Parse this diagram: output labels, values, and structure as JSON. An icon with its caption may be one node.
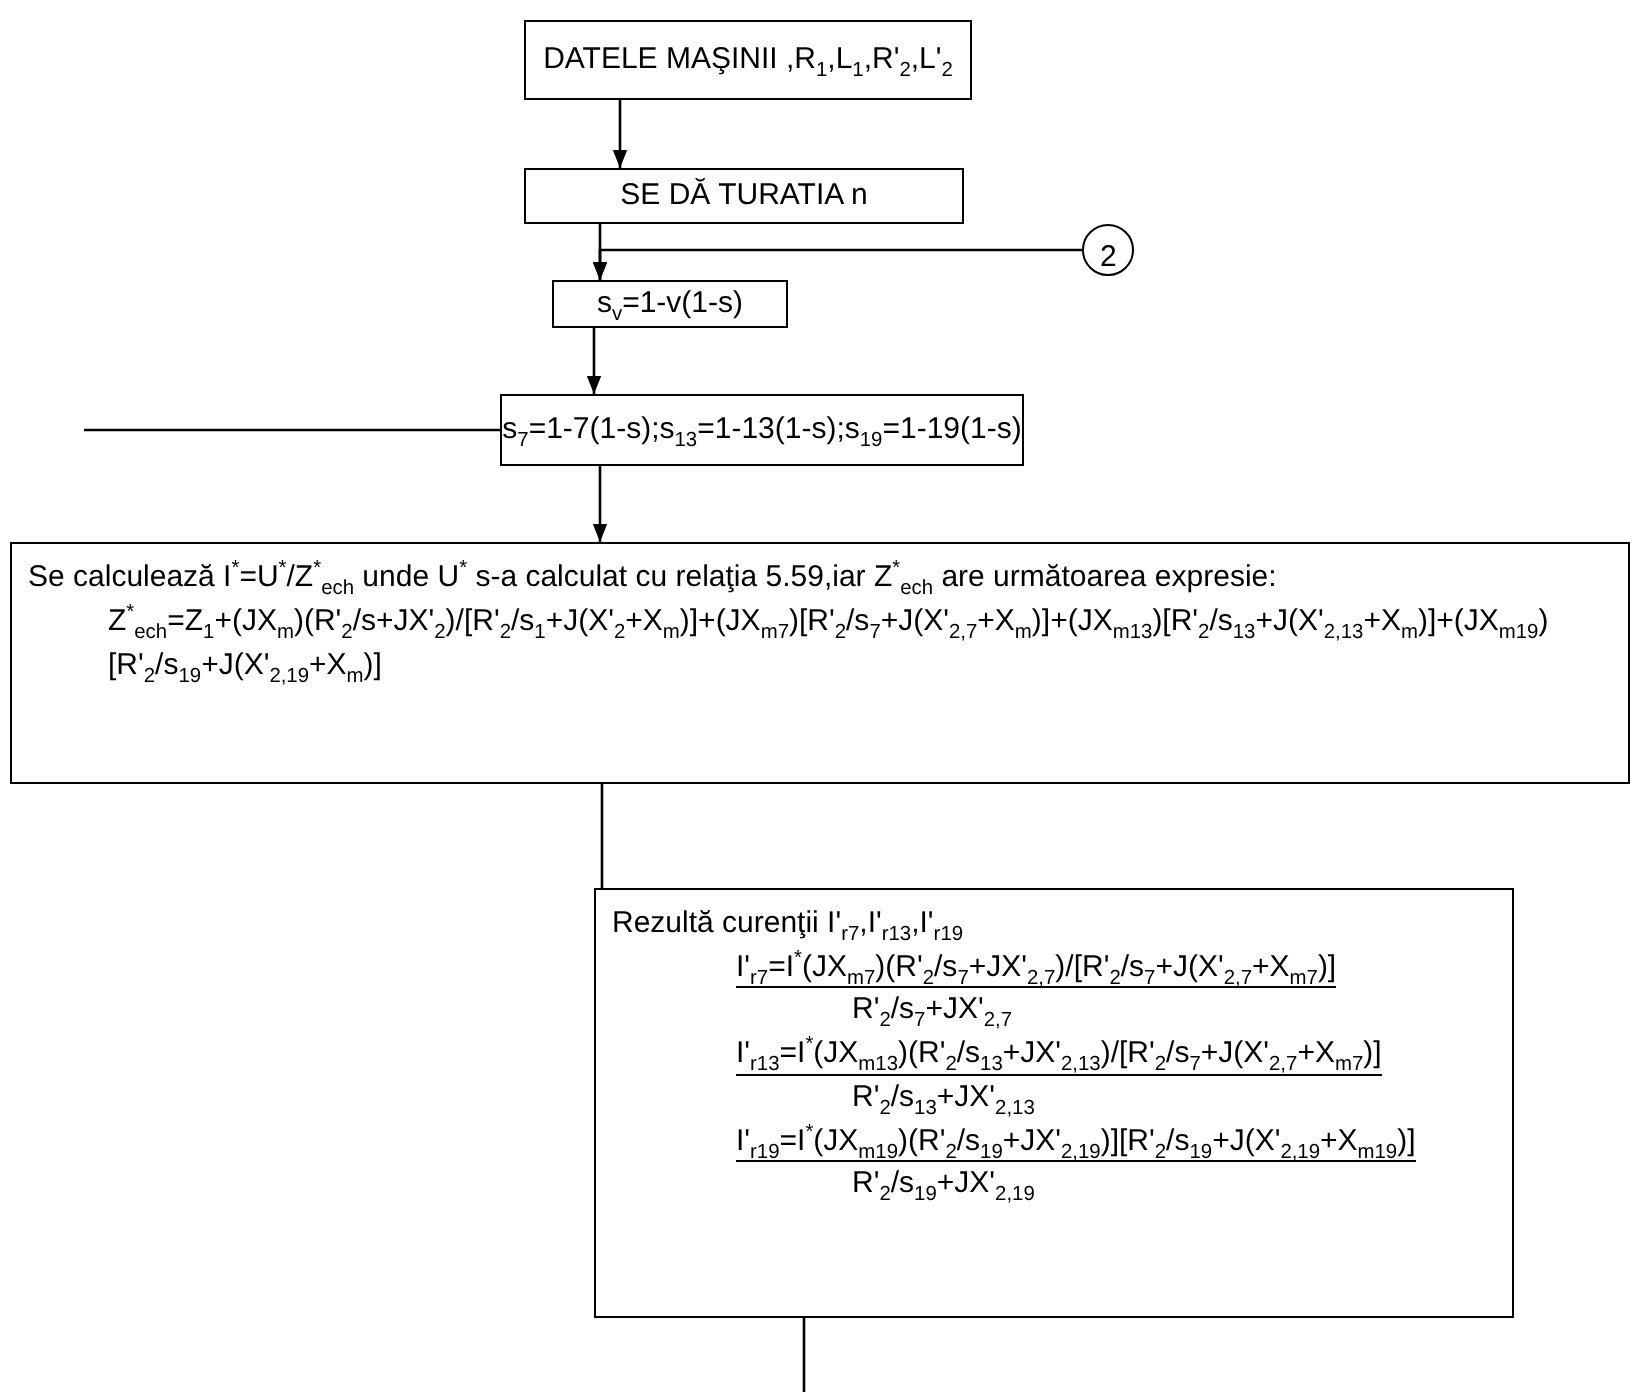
{
  "diagram": {
    "nodes": [
      {
        "text": [
          "DATELE MAŞINII ,R$_{1}$,L$_{1}$,R'$_{2}$,L'$_{2}$"
        ]
      },
      {
        "text": [
          "SE DĂ TURATIA n"
        ]
      },
      {
        "text": [
          "s$_{v}$=1-v(1-s)"
        ]
      },
      {
        "text": [
          "2"
        ]
      },
      {
        "text": [
          "s$_{7}$=1-7(1-s);s$_{13}$=1-13(1-s);s$_{19}$=1-19(1-s)"
        ]
      },
      {
        "text": [
          "Se calculează I$^{*}$=U$^{*}$/Z$^{*}$$_{ech}$ unde U$^{*}$ s-a calculat cu relaţia 5.59,iar Z$^{*}$$_{ech}$ are următoarea expresie:",
          "Z$^{*}$$_{ech}$=Z$_{1}$+(JX$_{m}$)(R'$_{2}$/s+JX'$_{2}$)/[R'$_{2}$/s$_{1}$+J(X'$_{2}$+X$_{m}$)]+(JX$_{m7}$)[R'$_{2}$/s$_{7}$+J(X'$_{2,7}$+X$_{m}$)]+(JX$_{m13}$)[R'$_{2}$/s$_{13}$+J(X'$_{2,13}$+X$_{m}$)]+(JX$_{m19}$)[R'$_{2}$/s$_{19}$+J(X'$_{2,19}$+X$_{m}$)]"
        ]
      },
      {
        "text": [
          "Rezultă curenţii I'$_{r7}$,I'$_{r13}$,I'$_{r19}$",
          "I'$_{r7}$=I$^{*}$(JX$_{m7}$)(R'$_{2}$/s$_{7}$+JX'$_{2,7}$)/[R'$_{2}$/s$_{7}$+J(X'$_{2,7}$+X$_{m7}$)]",
          "R'$_{2}$/s$_{7}$+JX'$_{2,7}$",
          "I'$_{r13}$=I$^{*}$(JX$_{m13}$)(R'$_{2}$/s$_{13}$+JX'$_{2,13}$)/[R'$_{2}$/s$_{7}$+J(X'$_{2,7}$+X$_{m7}$)]",
          "R'$_{2}$/s$_{13}$+JX'$_{2,13}$",
          "I'$_{r19}$=I$^{*}$(JX$_{m19}$)(R'$_{2}$/s$_{19}$+JX'$_{2,19}$)][R'$_{2}$/s$_{19}$+J(X'$_{2,19}$+X$_{m19}$)]",
          "R'$_{2}$/s$_{19}$+JX'$_{2,19}$"
        ]
      }
    ],
    "edges": [
      {
        "from": 0,
        "to": 1,
        "arrow": "to"
      },
      {
        "from": 1,
        "to": 2,
        "arrow": "to"
      },
      {
        "from": 3,
        "to": 2,
        "arrow": "to"
      },
      {
        "from": 2,
        "to": 4,
        "arrow": "to"
      },
      {
        "from": null,
        "to": 4,
        "arrow": "none"
      },
      {
        "from": 4,
        "to": 5,
        "arrow": "to"
      },
      {
        "from": 5,
        "to": 6,
        "arrow": "none"
      },
      {
        "from": 6,
        "to": null,
        "arrow": "none"
      }
    ]
  }
}
